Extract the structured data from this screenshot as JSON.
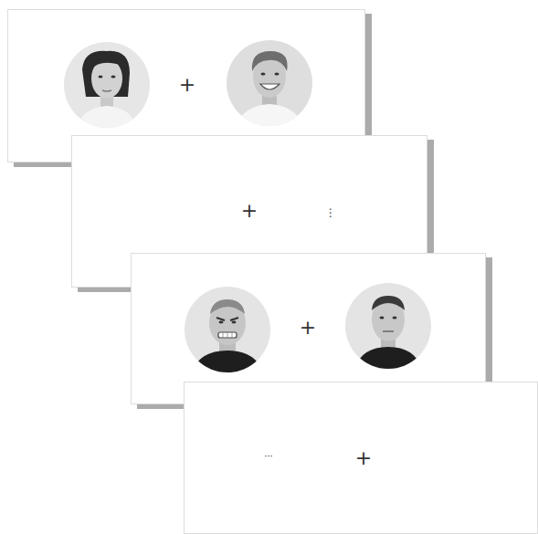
{
  "diagram": {
    "nodes": [
      {
        "text": [
          "+"
        ]
      },
      {
        "text": [
          "+",
          "⋮"
        ]
      },
      {
        "text": [
          "+"
        ]
      },
      {
        "text": [
          "···",
          "+"
        ]
      }
    ]
  }
}
